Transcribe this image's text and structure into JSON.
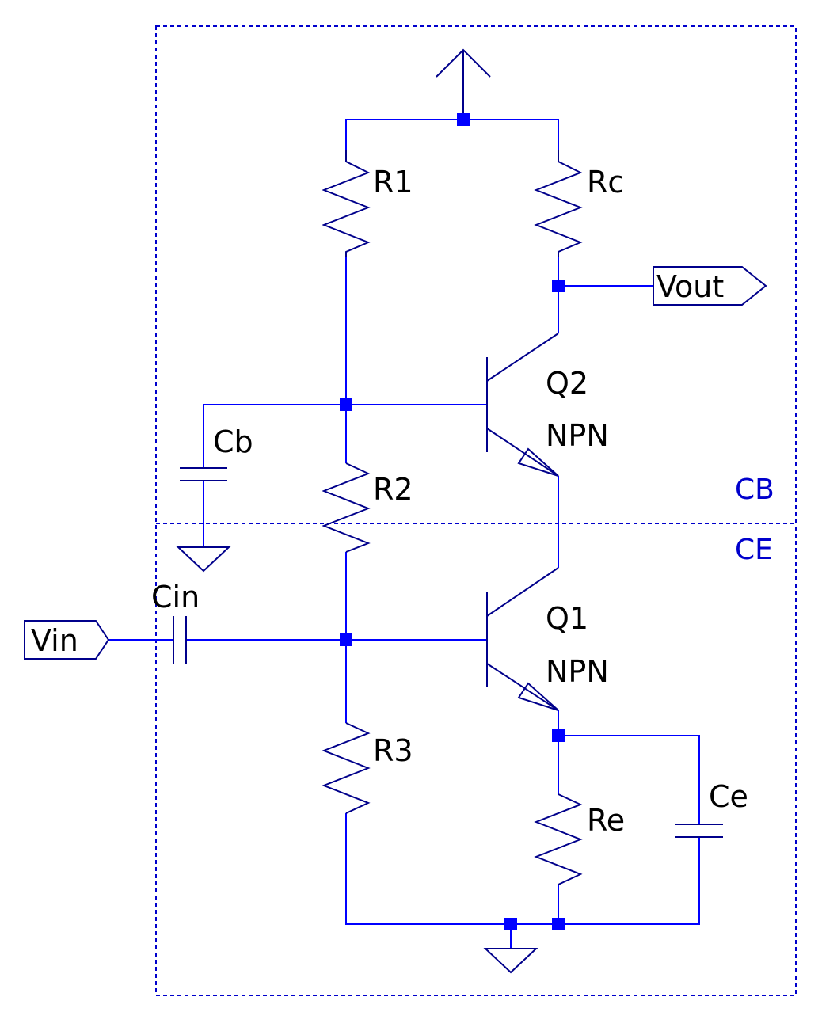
{
  "colors": {
    "wire": "#0000ff",
    "symbol": "#00008b",
    "junction": "#0000ff",
    "label": "#000000",
    "block_label": "#0000cc",
    "background": "#ffffff"
  },
  "blocks": [
    {
      "label": "CB"
    },
    {
      "label": "CE"
    }
  ],
  "components": {
    "R1": {
      "label": "R1",
      "kind": "resistor"
    },
    "Rc": {
      "label": "Rc",
      "kind": "resistor"
    },
    "R2": {
      "label": "R2",
      "kind": "resistor"
    },
    "R3": {
      "label": "R3",
      "kind": "resistor"
    },
    "Re": {
      "label": "Re",
      "kind": "resistor"
    },
    "Cb": {
      "label": "Cb",
      "kind": "capacitor"
    },
    "Cin": {
      "label": "Cin",
      "kind": "capacitor"
    },
    "Ce": {
      "label": "Ce",
      "kind": "capacitor"
    },
    "Q1": {
      "label": "Q1",
      "type": "NPN"
    },
    "Q2": {
      "label": "Q2",
      "type": "NPN"
    }
  },
  "ports": {
    "vin": "Vin",
    "vout": "Vout"
  },
  "supply": {
    "symbol": "vcc-arrow-icon"
  },
  "grounds": [
    {
      "symbol": "ground-icon"
    },
    {
      "symbol": "ground-icon"
    }
  ]
}
